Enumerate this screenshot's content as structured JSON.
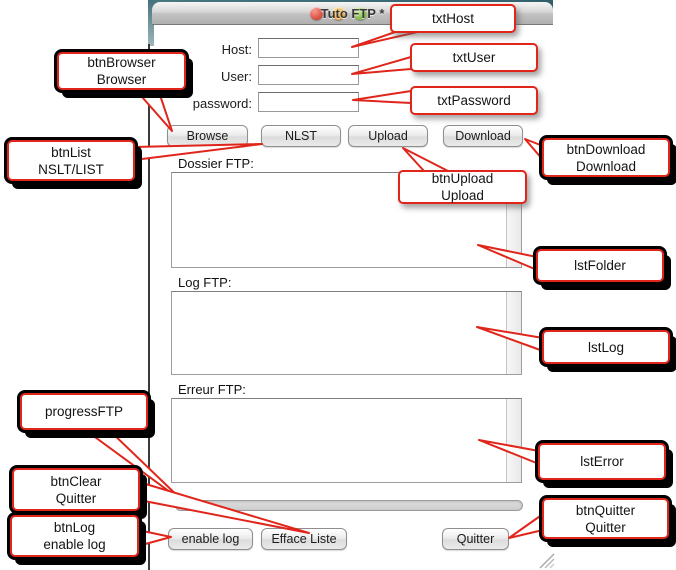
{
  "window": {
    "title": "Tuto FTP *",
    "fields": [
      {
        "label": "Host:",
        "value": ""
      },
      {
        "label": "User:",
        "value": ""
      },
      {
        "label": "password:",
        "value": ""
      }
    ],
    "toolbar_buttons": [
      "Browse",
      "NLST",
      "Upload",
      "Download"
    ],
    "section_labels": [
      "Dossier FTP:",
      "Log FTP:",
      "Erreur FTP:"
    ],
    "bottom_buttons": [
      "enable log",
      "Efface Liste",
      "Quitter"
    ]
  },
  "callouts": {
    "txtHost": {
      "lines": [
        "txtHost"
      ]
    },
    "txtUser": {
      "lines": [
        "txtUser"
      ]
    },
    "txtPassword": {
      "lines": [
        "txtPassword"
      ]
    },
    "btnBrowser": {
      "lines": [
        "btnBrowser",
        "Browser"
      ]
    },
    "btnList": {
      "lines": [
        "btnList",
        "NSLT/LIST"
      ]
    },
    "btnUpload": {
      "lines": [
        "btnUpload",
        "Upload"
      ]
    },
    "btnDownload": {
      "lines": [
        "btnDownload",
        "Download"
      ]
    },
    "lstFolder": {
      "lines": [
        "lstFolder"
      ]
    },
    "lstLog": {
      "lines": [
        "lstLog"
      ]
    },
    "lstError": {
      "lines": [
        "lstError"
      ]
    },
    "progressFTP": {
      "lines": [
        "progressFTP"
      ]
    },
    "btnClear": {
      "lines": [
        "btnClear",
        "Quitter"
      ]
    },
    "btnLog": {
      "lines": [
        "btnLog",
        "enable log"
      ]
    },
    "btnQuitter": {
      "lines": [
        "btnQuitter",
        "Quitter"
      ]
    }
  },
  "colors": {
    "callout_red": "#e0261b",
    "desktop_teal": "#3e6b76"
  }
}
